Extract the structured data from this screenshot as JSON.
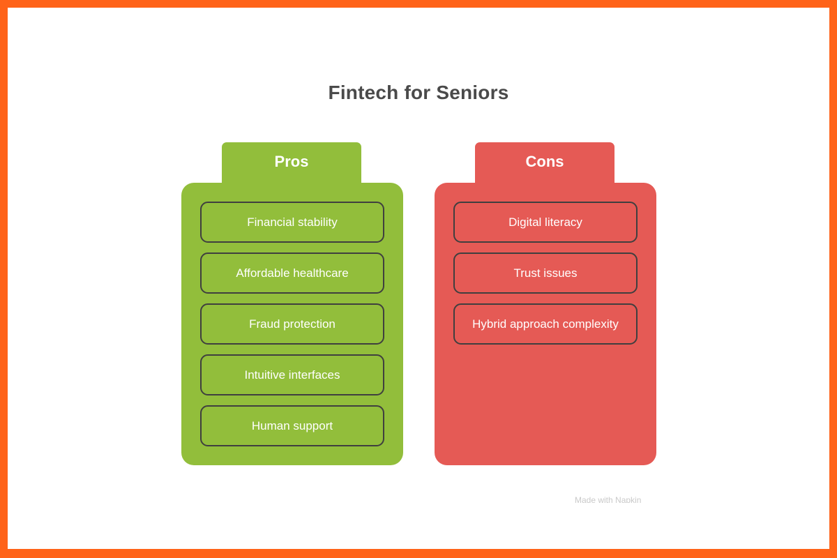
{
  "title": "Fintech for Seniors",
  "columns": {
    "pros": {
      "label": "Pros",
      "items": [
        "Financial stability",
        "Affordable healthcare",
        "Fraud protection",
        "Intuitive interfaces",
        "Human support"
      ]
    },
    "cons": {
      "label": "Cons",
      "items": [
        "Digital literacy",
        "Trust issues",
        "Hybrid approach complexity"
      ]
    }
  },
  "footer": "Made with Napkin",
  "colors": {
    "frame": "#ff6319",
    "pros": "#92be3b",
    "cons": "#e55a55",
    "title": "#4a4a4a"
  }
}
